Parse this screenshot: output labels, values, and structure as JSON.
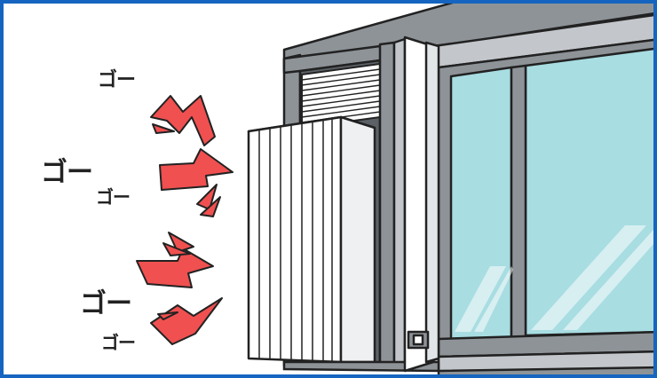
{
  "illustration": {
    "sound_effects": [
      "ゴー",
      "ゴー",
      "ゴー",
      "ゴー",
      "ゴー"
    ],
    "colors": {
      "border": "#1565c0",
      "frame_gray": "#8e9398",
      "glass": "#a8dde2",
      "alert_red": "#f05050",
      "unit_white": "#ffffff",
      "outline": "#222222"
    },
    "icons": [
      "noise-burst-icon",
      "window-ac-unit",
      "sliding-window"
    ]
  }
}
